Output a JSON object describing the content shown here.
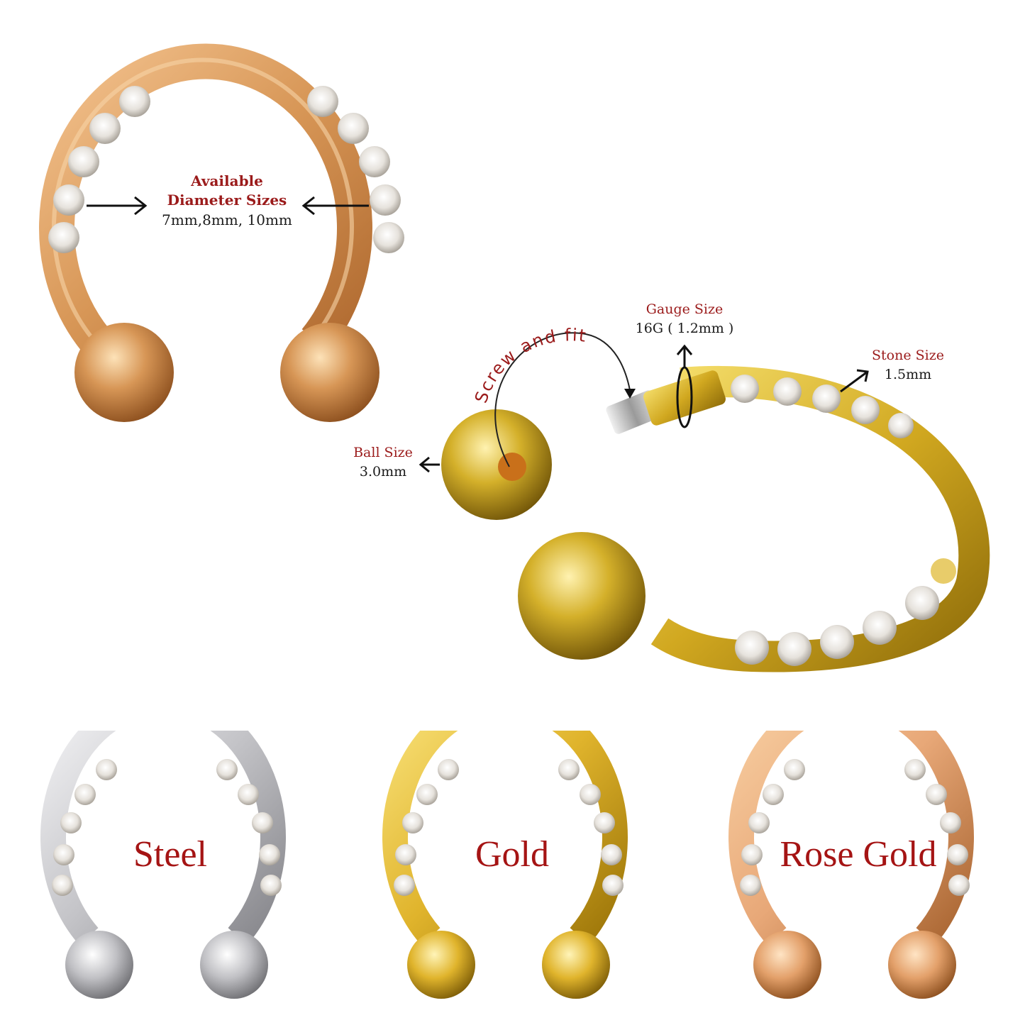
{
  "main_product": {
    "diameter_label_title_line1": "Available",
    "diameter_label_title_line2": "Diameter Sizes",
    "diameter_values": "7mm,8mm, 10mm",
    "finish_color": "#d9985e"
  },
  "exploded_view": {
    "screw_caption": "Screw and fit",
    "gauge": {
      "title": "Gauge Size",
      "value": "16G ( 1.2mm )"
    },
    "stone": {
      "title": "Stone Size",
      "value": "1.5mm"
    },
    "ball": {
      "title": "Ball Size",
      "value": "3.0mm"
    },
    "finish_color": "#d4b02a"
  },
  "variants": [
    {
      "label": "Steel",
      "color": "#cfcfd2"
    },
    {
      "label": "Gold",
      "color": "#e0b42c"
    },
    {
      "label": "Rose Gold",
      "color": "#e8a878"
    }
  ],
  "colors": {
    "label_red": "#9b1b1b",
    "label_black": "#1a1a1a",
    "background": "#ffffff"
  }
}
